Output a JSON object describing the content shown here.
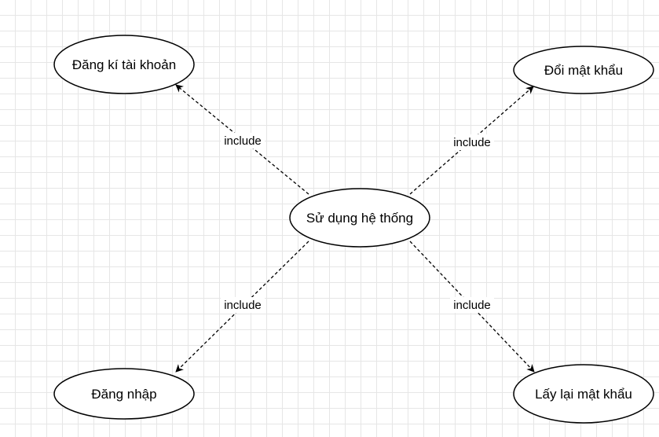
{
  "nodes": {
    "center": "Sử dụng hệ thống",
    "register": "Đăng kí tài khoản",
    "change_password": "Đổi mật khẩu",
    "login": "Đăng nhập",
    "recover_password": "Lấy lại mật khẩu"
  },
  "edges": {
    "to_register": "include",
    "to_change_password": "include",
    "to_login": "include",
    "to_recover_password": "include"
  }
}
